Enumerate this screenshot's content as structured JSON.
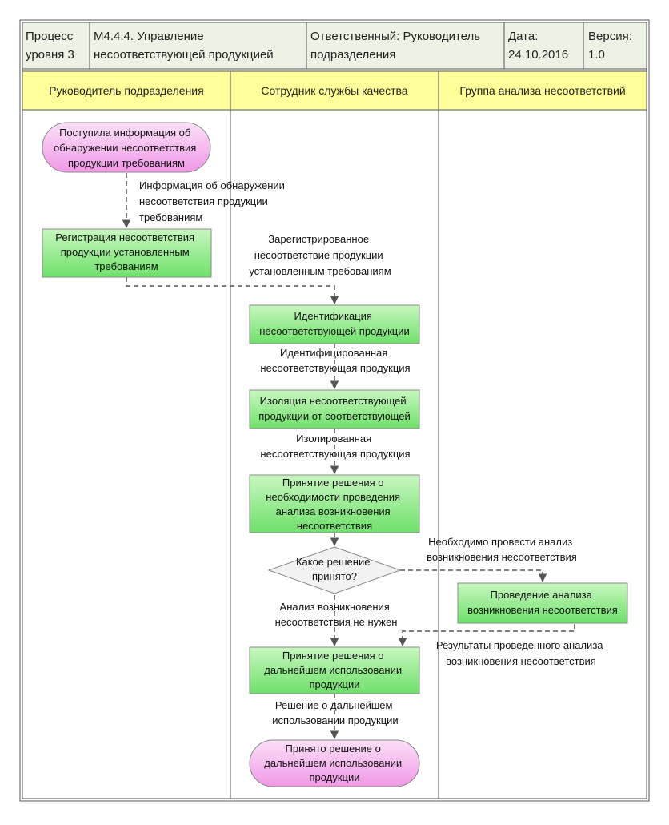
{
  "header": {
    "process_level_label": [
      "Процесс",
      "уровня 3"
    ],
    "process_code_name": [
      "М4.4.4.  Управление",
      "несоответствующей продукцией"
    ],
    "responsible": [
      "Ответственный: Руководитель",
      "подразделения"
    ],
    "date": [
      "Дата:",
      "24.10.2016"
    ],
    "version": [
      "Версия:",
      "1.0"
    ]
  },
  "lanes": [
    "Руководитель подразделения",
    "Сотрудник службы качества",
    "Группа анализа несоответствий"
  ],
  "nodes": {
    "start": [
      "Поступила информация об",
      "обнаружении несоответствия",
      "продукции требованиям"
    ],
    "registration": [
      "Регистрация несоответствия",
      "продукции установленным",
      "требованиям"
    ],
    "identification": [
      "Идентификация",
      "несоответствующей продукции"
    ],
    "isolation": [
      "Изоляция несоответствующей",
      "продукции от соответствующей"
    ],
    "analysis_decision": [
      "Принятие решения о",
      "необходимости проведения",
      "анализа возникновения",
      "несоответствия"
    ],
    "decision_gateway": [
      "Какое решение",
      "принято?"
    ],
    "conduct_analysis": [
      "Проведение анализа",
      "возникновения несоответствия"
    ],
    "usage_decision": [
      "Принятие решения о",
      "дальнейшем использовании",
      "продукции"
    ],
    "end": [
      "Принято решение о",
      "дальнейшем использовании",
      "продукции"
    ]
  },
  "flow_labels": {
    "info_detected": [
      "Информация об обнаружении",
      "несоответствия продукции",
      "требованиям"
    ],
    "registered": [
      "Зарегистрированное",
      "несоответствие продукции",
      "установленным требованиям"
    ],
    "identified": [
      "Идентифицированная",
      "несоответствующая продукция"
    ],
    "isolated": [
      "Изолированная",
      "несоответствующая продукция"
    ],
    "analysis_needed": [
      "Необходимо провести анализ",
      "возникновения несоответствия"
    ],
    "analysis_not_needed": [
      "Анализ возникновения",
      "несоответствия не нужен"
    ],
    "analysis_results": [
      "Результаты проведенного анализа",
      "возникновения несоответствия"
    ],
    "usage_decision_out": [
      "Решение о дальнейшем",
      "использовании продукции"
    ]
  },
  "colors": {
    "lane_header": "#ffff99",
    "header_bg": "#ecf3e4",
    "task_fill_top": "#c8f7c0",
    "task_fill_bottom": "#6fe06a",
    "event_fill": "#f6b8ef",
    "gateway_fill": "#f2f2f2",
    "arrow": "#555555"
  }
}
